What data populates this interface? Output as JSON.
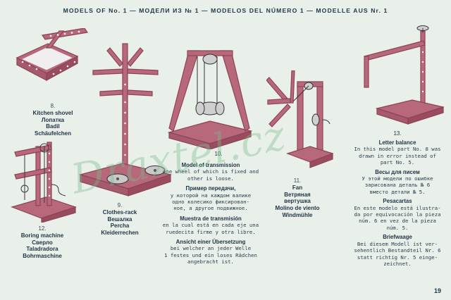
{
  "header": "MODELS OF No. 1 — МОДЕЛИ ИЗ № 1 — MODELOS DEL NÚMERO 1 — MODELLE AUS Nr. 1",
  "watermark": "Draxtel.cz",
  "page_number": "19",
  "colors": {
    "ink": "#203a4a",
    "metal": "#a9586b",
    "paper": "#e9efe9"
  },
  "models": {
    "m8": {
      "number": "8.",
      "names": [
        "Kitchen shovel",
        "Лопатка",
        "Badil",
        "Schäufelchen"
      ]
    },
    "m9": {
      "number": "9.",
      "names": [
        "Clothes-rack",
        "Вешалка",
        "Percha",
        "Kleiderrechen"
      ]
    },
    "m10": {
      "number": "10.",
      "en_title": "Model of transmission",
      "en_text": [
        "one wheel of which is fixed and",
        "other is loose."
      ],
      "ru_title": "Пример передачи,",
      "ru_text": [
        "у которой на каждом валике",
        "одно колесико фиксирован-",
        "ное, а другое подвижное."
      ],
      "es_title": "Muestra de transmisión",
      "es_text": [
        "en la cual está en cada eje una",
        "ruedecita firme y otra libre."
      ],
      "de_title": "Ansicht einer Übersetzung",
      "de_text": [
        "bei welcher an jeder Welle",
        "1 festes und ein loses Rädchen",
        "angebracht ist."
      ]
    },
    "m11": {
      "number": "11.",
      "names": [
        "Fan",
        "Ветряная",
        "вертушка",
        "Molino de viento",
        "Windmühle"
      ]
    },
    "m12": {
      "number": "12.",
      "names": [
        "Boring machine",
        "Сверло",
        "Taladradora",
        "Bohrmaschine"
      ]
    },
    "m13": {
      "number": "13.",
      "en_title": "Letter balance",
      "en_text": [
        "In this model part No. 8 was",
        "drawn in error instead of",
        "part No. 5."
      ],
      "ru_title": "Весы для писем",
      "ru_text": [
        "У этой модели по ошибке",
        "зарисована деталь № 6",
        "вместо детали № 5."
      ],
      "es_title": "Pesacartas",
      "es_text": [
        "En este modelo está ilustra-",
        "da por equivocación la pieza",
        "núm. 6 en vez de la pieza",
        "núm. 5."
      ],
      "de_title": "Briefwaage",
      "de_text": [
        "Bei diesem Modell ist ver-",
        "sehentlich Bestandteil Nr. 6",
        "statt richtig Nr. 5 einge-",
        "zeichnet."
      ]
    }
  }
}
